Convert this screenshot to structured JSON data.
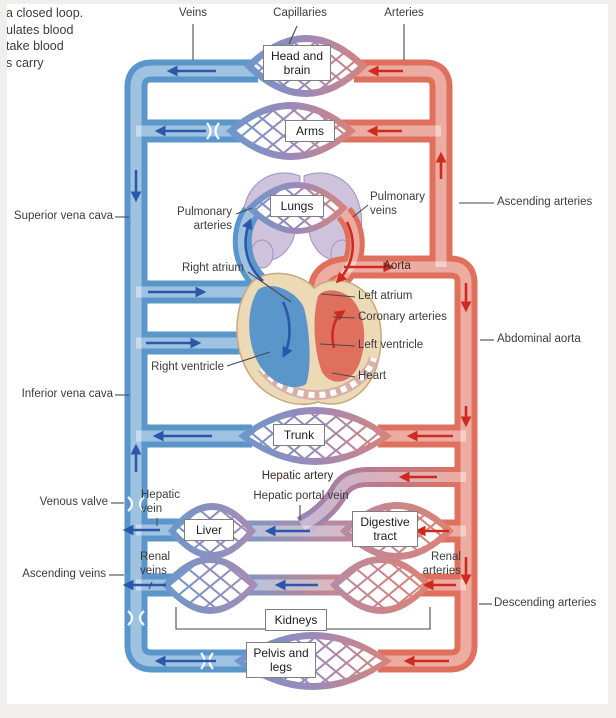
{
  "intro_text": {
    "line1": "a closed loop.",
    "line2": "ulates blood",
    "line3": "take blood",
    "line4": "s carry"
  },
  "top_labels": {
    "veins": "Veins",
    "capillaries": "Capillaries",
    "arteries": "Arteries"
  },
  "left_labels": {
    "superior_vena_cava": "Superior vena cava",
    "inferior_vena_cava": "Inferior vena cava",
    "venous_valve": "Venous valve",
    "ascending_veins": "Ascending veins"
  },
  "right_labels": {
    "ascending_arteries": "Ascending arteries",
    "abdominal_aorta": "Abdominal aorta",
    "descending_arteries": "Descending arteries"
  },
  "pulmonary_labels": {
    "pulmonary_arteries": "Pulmonary arteries",
    "pulmonary_veins": "Pulmonary veins"
  },
  "heart_labels": {
    "right_atrium": "Right atrium",
    "right_ventricle": "Right ventricle",
    "left_atrium": "Left atrium",
    "coronary_arteries": "Coronary arteries",
    "left_ventricle": "Left ventricle",
    "heart": "Heart",
    "aorta": "Aorta"
  },
  "vessel_labels": {
    "hepatic_artery": "Hepatic artery",
    "hepatic_portal_vein": "Hepatic portal vein",
    "hepatic_vein": "Hepatic vein",
    "renal_veins": "Renal veins",
    "renal_arteries": "Renal arteries"
  },
  "organ_boxes": {
    "head": "Head and brain",
    "arms": "Arms",
    "lungs": "Lungs",
    "trunk": "Trunk",
    "liver": "Liver",
    "digestive": "Digestive tract",
    "kidneys": "Kidneys",
    "pelvis": "Pelvis and legs"
  },
  "colors": {
    "vein_blue": "#5b96cb",
    "artery_red": "#e0705e",
    "arrow_blue": "#2b57a8",
    "arrow_red": "#cf2a1f",
    "capillary_purple": "#9d89ba",
    "lung_lavender": "#cfc2dd",
    "heart_muscle_tan": "#ecd9b5",
    "label_text": "#3c3c3c"
  }
}
